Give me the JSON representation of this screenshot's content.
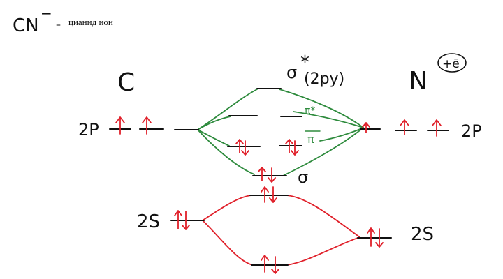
{
  "title": {
    "formula_main": "CN",
    "formula_charge": "−",
    "dash": "–",
    "caption": "цианид ион"
  },
  "atoms": {
    "left": {
      "symbol": "C"
    },
    "right": {
      "symbol": "N",
      "extra_electron": "+ē"
    }
  },
  "labels": {
    "sigma_star_symbol": "σ",
    "sigma_star_mark": "*",
    "sigma_star_orbital": "(2py)",
    "pi_star": "π*",
    "pi": "π",
    "sigma": "σ",
    "left_2p": "2P",
    "right_2p": "2P",
    "left_2s": "2S",
    "right_2s": "2S"
  },
  "colors": {
    "ink": "#111111",
    "p_block_lines": "#2e8b3d",
    "s_block_lines": "#e0202a",
    "electron_arrows": "#e0202a"
  }
}
